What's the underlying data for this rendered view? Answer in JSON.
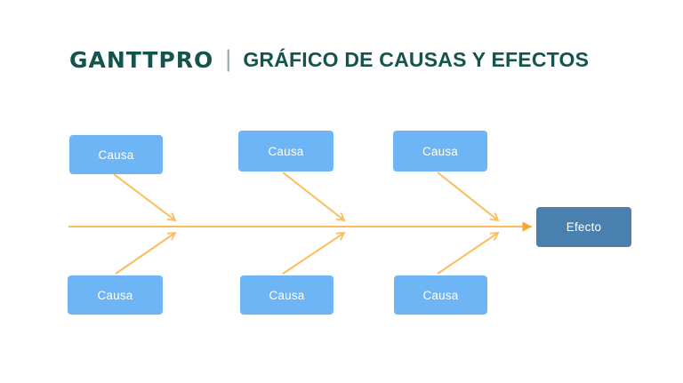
{
  "header": {
    "logo": "GANTTPRO",
    "separator": "|",
    "title": "GRÁFICO DE CAUSAS Y EFECTOS"
  },
  "diagram": {
    "type": "fishbone-cause-effect",
    "effect": {
      "label": "Efecto"
    },
    "causes_top": [
      {
        "label": "Causa"
      },
      {
        "label": "Causa"
      },
      {
        "label": "Causa"
      }
    ],
    "causes_bottom": [
      {
        "label": "Causa"
      },
      {
        "label": "Causa"
      },
      {
        "label": "Causa"
      }
    ],
    "colors": {
      "brand": "#14544d",
      "separator": "#9badab",
      "cause_fill": "#6db5f4",
      "effect_fill": "#4a80ad",
      "arrow": "#fbbc5d",
      "arrow_head": "#f7a72f"
    }
  }
}
